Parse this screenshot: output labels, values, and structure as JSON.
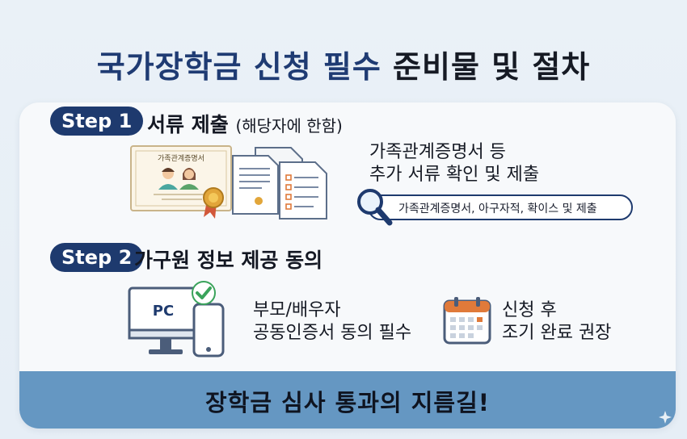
{
  "title": {
    "part1": "국가장학금 신청 필수",
    "part2": "준비물 및 절차"
  },
  "step1": {
    "badge": "Step 1",
    "heading": "서류 제출",
    "note": "(해당자에 한함)",
    "cert_label": "가족관계증명서",
    "desc_line1": "가족관계증명서 등",
    "desc_line2": "추가 서류 확인 및 제출",
    "search_text": "가족관계증명서, 아구자적, 확이스 및 제출"
  },
  "step2": {
    "badge": "Step 2",
    "heading": "가구원 정보 제공 동의",
    "pc_label": "PC",
    "desc_line1": "부모/배우자",
    "desc_line2": "공동인증서 동의 필수",
    "right_line1": "신청 후",
    "right_line2": "조기 완료 권장"
  },
  "footer": {
    "text": "장학금 심사 통과의 지름길!"
  },
  "colors": {
    "navy": "#1e3a6e",
    "footer": "#6597c2",
    "accent_orange": "#e07a3a",
    "check_green": "#3aa35b"
  }
}
